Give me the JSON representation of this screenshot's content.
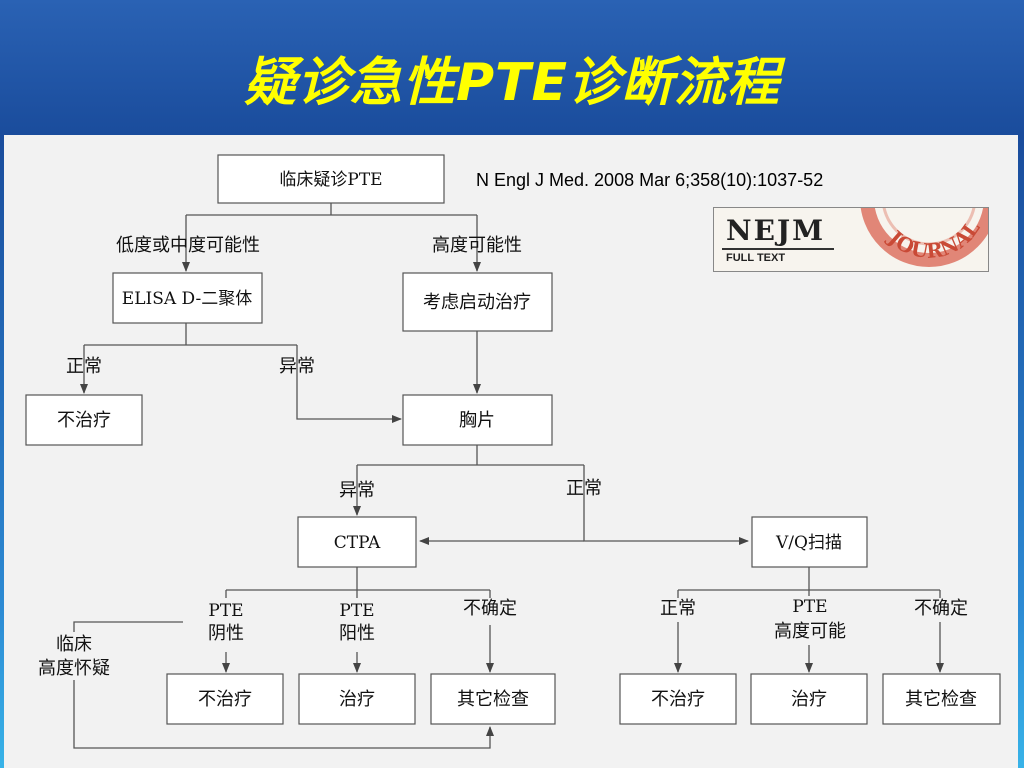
{
  "title": "疑诊急性PTE诊断流程",
  "citation": "N Engl J Med. 2008 Mar 6;358(10):1037-52",
  "logo": {
    "word": "NEJM",
    "sub": "FULL TEXT",
    "seal_text": "JOURNAL"
  },
  "colors": {
    "title": "#ffff00",
    "background": "#1d4f9e",
    "panel": "#f2f2f2"
  },
  "flow": {
    "boxes": {
      "suspect": "临床疑诊PTE",
      "elisa": "ELISA D-二聚体",
      "consider_treat": "考虑启动治疗",
      "no_treat_1": "不治疗",
      "chest_film": "胸片",
      "ctpa": "CTPA",
      "vq_scan": "V/Q扫描",
      "no_treat_2": "不治疗",
      "treat_1": "治疗",
      "other_check_1": "其它检查",
      "no_treat_3": "不治疗",
      "treat_2": "治疗",
      "other_check_2": "其它检查"
    },
    "labels": {
      "low_mid": "低度或中度可能性",
      "high": "高度可能性",
      "normal_1": "正常",
      "abnormal_1": "异常",
      "abnormal_2": "异常",
      "normal_2": "正常",
      "pte_neg_1": "PTE",
      "pte_neg_2": "阴性",
      "pte_pos_1": "PTE",
      "pte_pos_2": "阳性",
      "uncertain_1": "不确定",
      "clinical_1": "临床",
      "clinical_2": "高度怀疑",
      "normal_3": "正常",
      "pte_high_1": "PTE",
      "pte_high_2": "高度可能",
      "uncertain_2": "不确定"
    }
  }
}
